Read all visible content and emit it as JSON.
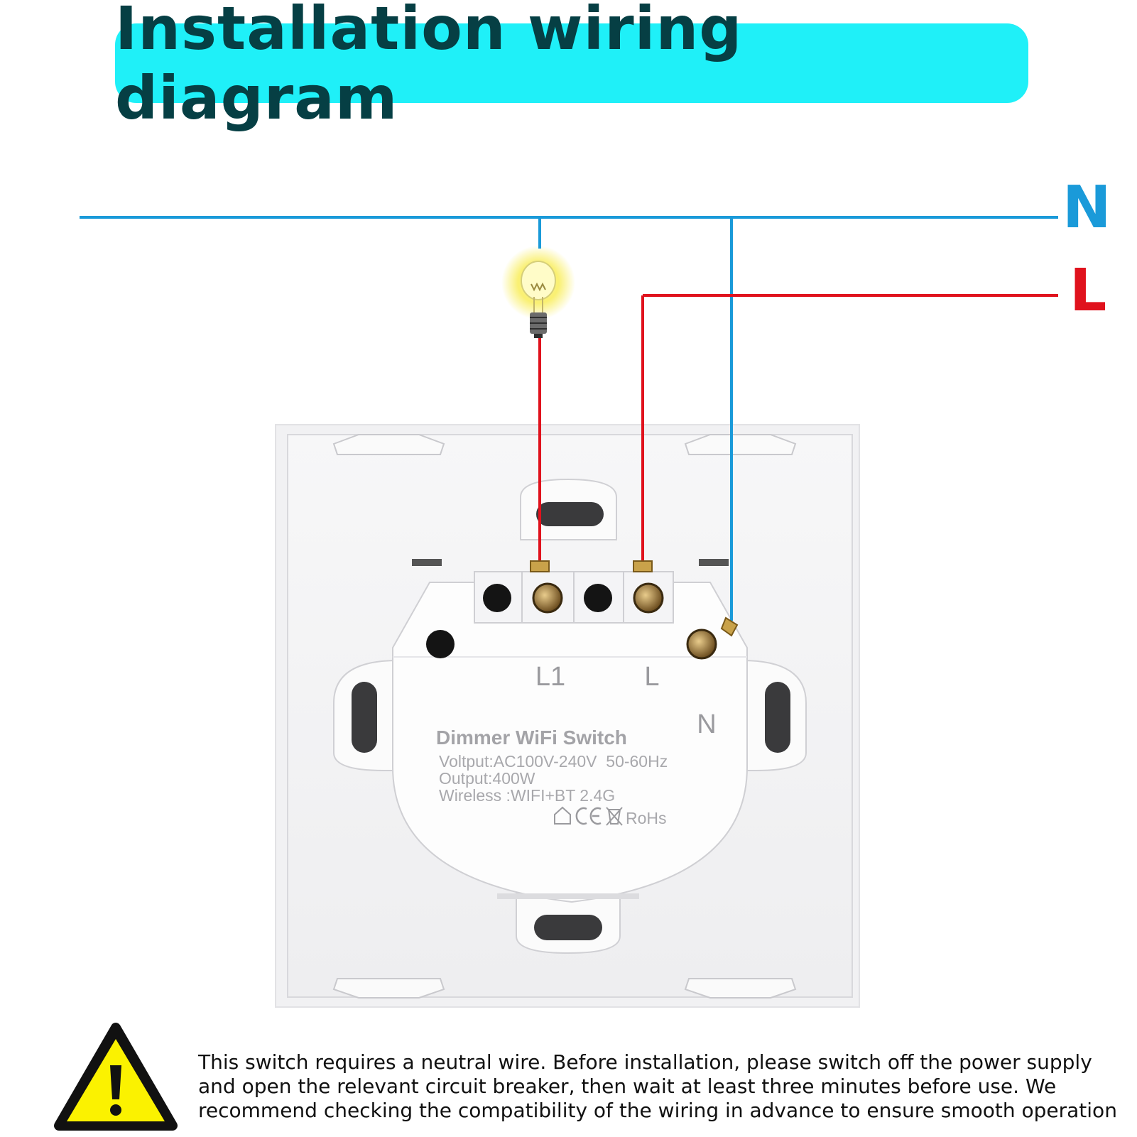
{
  "title": "Installation wiring diagram",
  "wires": {
    "neutral": {
      "label": "N",
      "color": "#1a9ad9"
    },
    "live": {
      "label": "L",
      "color": "#e0121d"
    }
  },
  "switch": {
    "terminal_labels": {
      "l1": "L1",
      "l": "L",
      "n": "N"
    },
    "product_name": "Dimmer WiFi Switch",
    "spec_lines": [
      "Voltput:AC100V-240V  50-60Hz",
      "Output:400W",
      "Wireless :WIFI+BT 2.4G"
    ],
    "certifications": "RoHs"
  },
  "warning": {
    "lines": [
      "This switch requires a neutral wire. Before installation, please switch off the power supply",
      "and open the relevant circuit breaker, then wait at least three minutes before use. We",
      "recommend checking the compatibility of the wiring in advance to ensure smooth operation"
    ]
  },
  "icons": [
    "lightbulb-icon",
    "warning-triangle-icon",
    "house-icon",
    "ce-mark-icon",
    "weee-bin-icon"
  ]
}
